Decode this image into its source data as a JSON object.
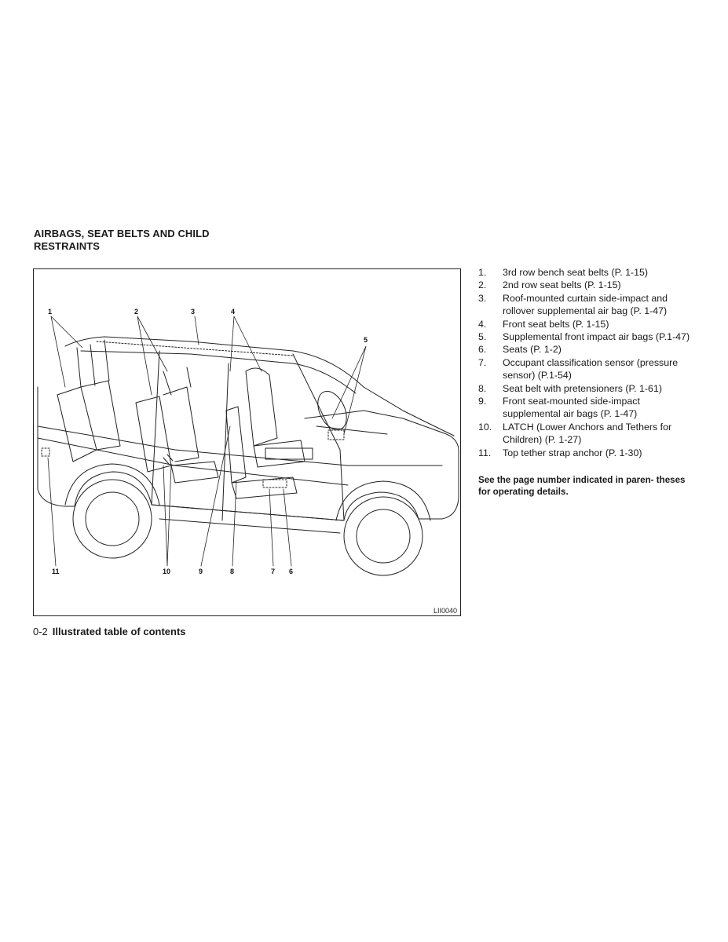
{
  "section": {
    "title_line1": "AIRBAGS, SEAT BELTS AND CHILD",
    "title_line2": "RESTRAINTS"
  },
  "figure": {
    "id": "LII0040",
    "callouts": [
      "1",
      "2",
      "3",
      "4",
      "5",
      "6",
      "7",
      "8",
      "9",
      "10",
      "11"
    ]
  },
  "list": {
    "items": [
      {
        "num": "1.",
        "text": "3rd row bench seat belts (P. 1-15)"
      },
      {
        "num": "2.",
        "text": "2nd row seat belts (P. 1-15)"
      },
      {
        "num": "3.",
        "text": "Roof-mounted curtain side-impact and rollover supplemental air bag (P. 1-47)"
      },
      {
        "num": "4.",
        "text": "Front seat belts (P. 1-15)"
      },
      {
        "num": "5.",
        "text": "Supplemental front impact air bags (P.1-47)"
      },
      {
        "num": "6.",
        "text": "Seats (P. 1-2)"
      },
      {
        "num": "7.",
        "text": "Occupant classification sensor (pressure sensor) (P.1-54)"
      },
      {
        "num": "8.",
        "text": "Seat belt with pretensioners (P. 1-61)"
      },
      {
        "num": "9.",
        "text": "Front seat-mounted side-impact supplemental air bags (P. 1-47)"
      },
      {
        "num": "10.",
        "text": "LATCH (Lower Anchors and Tethers for Children) (P. 1-27)"
      },
      {
        "num": "11.",
        "text": "Top tether strap anchor (P. 1-30)"
      }
    ],
    "note": "See the page number indicated in paren- theses for operating details."
  },
  "footer": {
    "page": "0-2",
    "section": "Illustrated table of contents"
  }
}
